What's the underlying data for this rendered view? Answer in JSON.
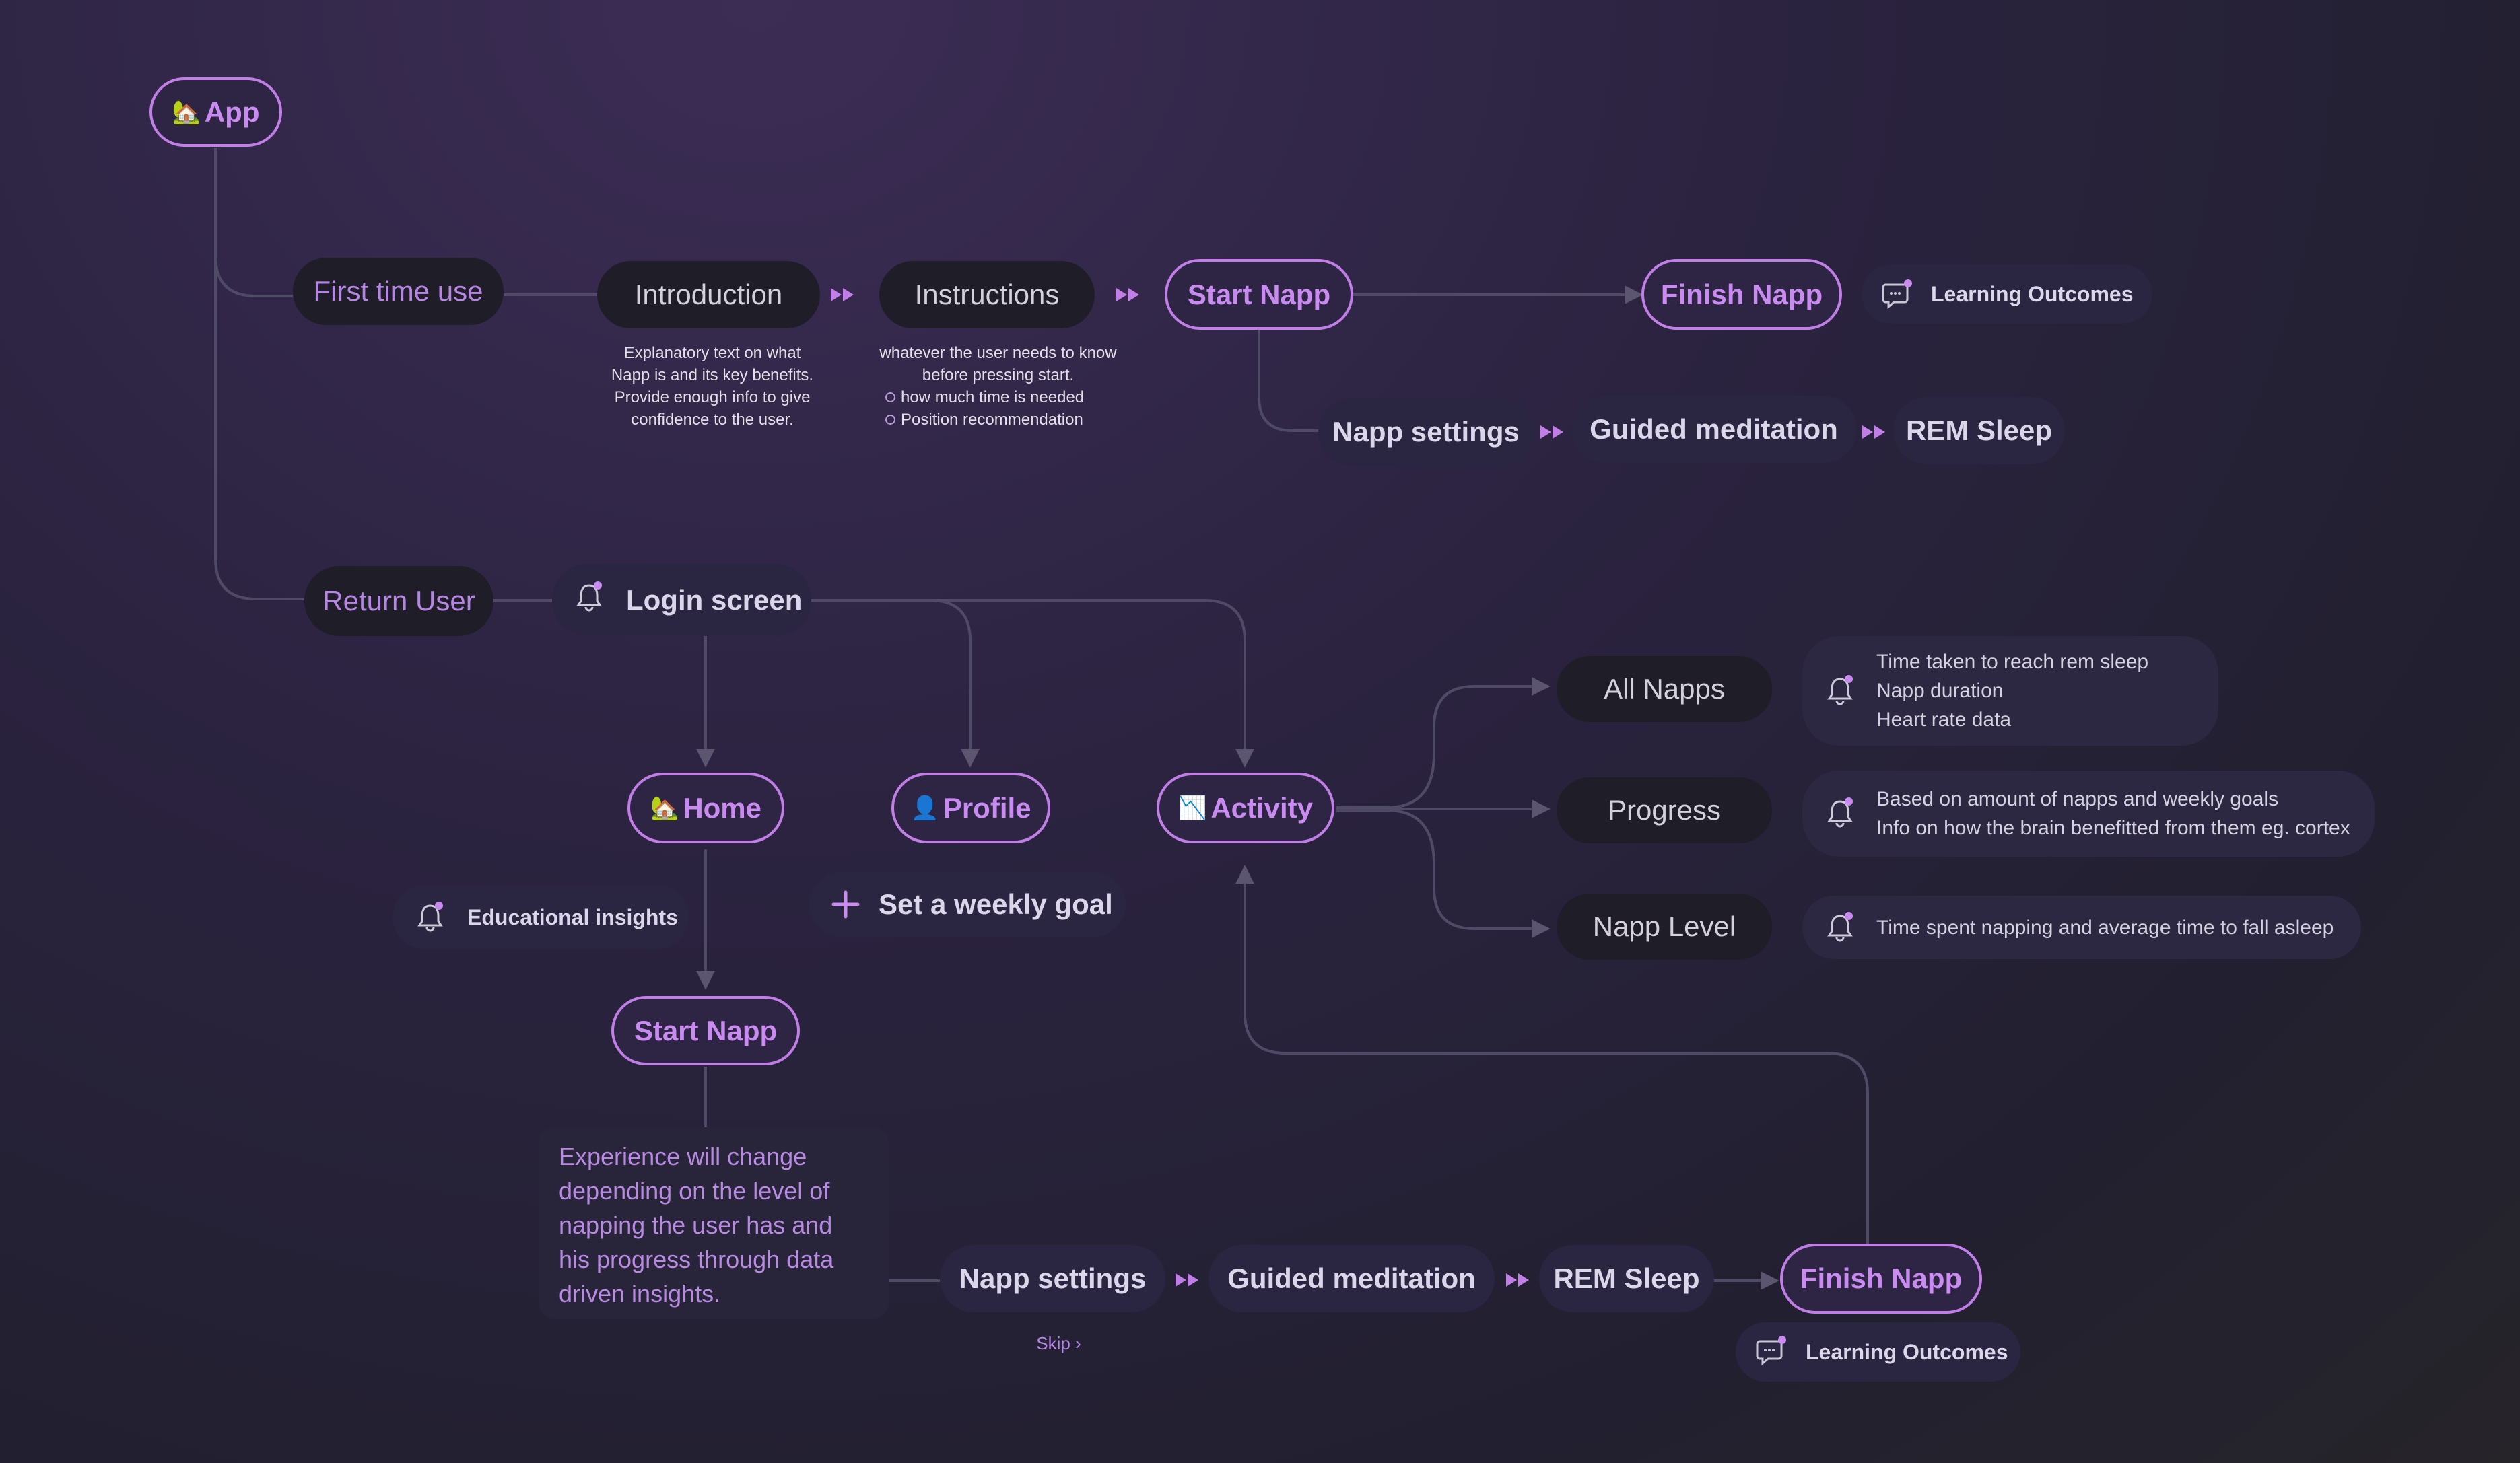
{
  "colors": {
    "accent": "#c17ee6",
    "wire": "#55506a",
    "background": "#2b2340"
  },
  "nodes": {
    "app": "App",
    "first_time_use": "First time use",
    "introduction": "Introduction",
    "instructions": "Instructions",
    "start_napp_top": "Start Napp",
    "finish_napp_top": "Finish Napp",
    "learning_outcomes_top": "Learning Outcomes",
    "napp_settings_top": "Napp settings",
    "guided_meditation_top": "Guided meditation",
    "rem_sleep_top": "REM Sleep",
    "return_user": "Return User",
    "login_screen": "Login screen",
    "home": "Home",
    "profile": "Profile",
    "activity": "Activity",
    "educational_insights": "Educational insights",
    "set_weekly_goal": "Set a weekly goal",
    "start_napp_bottom": "Start Napp",
    "napp_settings_bottom": "Napp settings",
    "guided_meditation_bottom": "Guided meditation",
    "rem_sleep_bottom": "REM Sleep",
    "finish_napp_bottom": "Finish Napp",
    "learning_outcomes_bottom": "Learning Outcomes",
    "skip": "Skip ›",
    "all_napps": "All Napps",
    "progress": "Progress",
    "napp_level": "Napp Level"
  },
  "notes": {
    "introduction": [
      "Explanatory text on what",
      "Napp is and its key benefits.",
      "Provide enough info to give",
      "confidence to the user."
    ],
    "instructions": [
      "whatever the user needs to know",
      "before pressing start."
    ],
    "instructions_bullets": [
      "how much time is needed",
      "Position recommendation"
    ],
    "start_napp_experience": [
      "Experience will change",
      "depending on the level of",
      "napping the user has and",
      "his progress through data",
      "driven insights."
    ]
  },
  "info": {
    "all_napps": [
      "Time  taken to reach rem sleep",
      "Napp duration",
      "Heart rate data"
    ],
    "progress": [
      "Based on amount of napps and weekly goals",
      "Info on how the brain benefitted from them eg. cortex"
    ],
    "napp_level": [
      "Time spent napping and average time to fall asleep"
    ]
  },
  "icons": {
    "app": "🏡",
    "home": "🏡",
    "profile": "👤",
    "activity": "📉",
    "bell": "bell-notification-icon",
    "chat": "chat-bubble-icon",
    "plus": "plus-icon",
    "clock": "clock-icon",
    "position": "position-icon",
    "arrow": "double-chevron-icon"
  }
}
